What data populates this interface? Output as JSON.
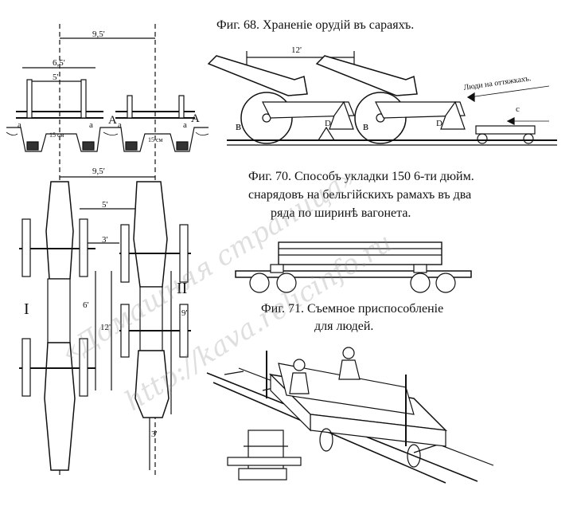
{
  "captions": {
    "fig68": "Фиг. 68. Храненіе орудій въ сараяхъ.",
    "fig70_line1": "Фиг. 70. Способъ укладки 150 6-ти дюйм.",
    "fig70_line2": "снарядовъ на бельгійскихъ рамахъ въ два",
    "fig70_line3": "ряда по ширинѣ вагонета.",
    "fig71_line1": "Фиг. 71. Съемное приспособленіе",
    "fig71_line2": "для людей."
  },
  "labels": {
    "left_dim_9_5_top": "9,5'",
    "left_dim_6_5": "6,5'",
    "left_dim_5_top": "5'",
    "left_a1": "a",
    "left_a2": "a",
    "left_a3": "a",
    "left_a4": "a",
    "left_A1": "A",
    "left_A2": "A",
    "left_15cm_1": "15 см",
    "left_15cm_2": "15 см",
    "left_dim_9_5_mid": "9,5'",
    "left_dim_5_mid": "5'",
    "left_dim_3_top": "3'",
    "left_dim_6": "6'",
    "left_dim_12": "12'",
    "left_dim_9": "9'",
    "left_dim_3_bottom": "3'",
    "left_roman_1": "I",
    "left_roman_2": "II",
    "fig68_dim_12": "12'",
    "fig68_b1": "в",
    "fig68_b2": "в",
    "fig68_D1": "D",
    "fig68_D2": "D",
    "fig68_c": "c",
    "fig68_people": "Люди на оттяжкахъ."
  },
  "watermark": {
    "line1": "«Домашняя страница»",
    "line2": "http://kava.relicinfo.ru"
  }
}
